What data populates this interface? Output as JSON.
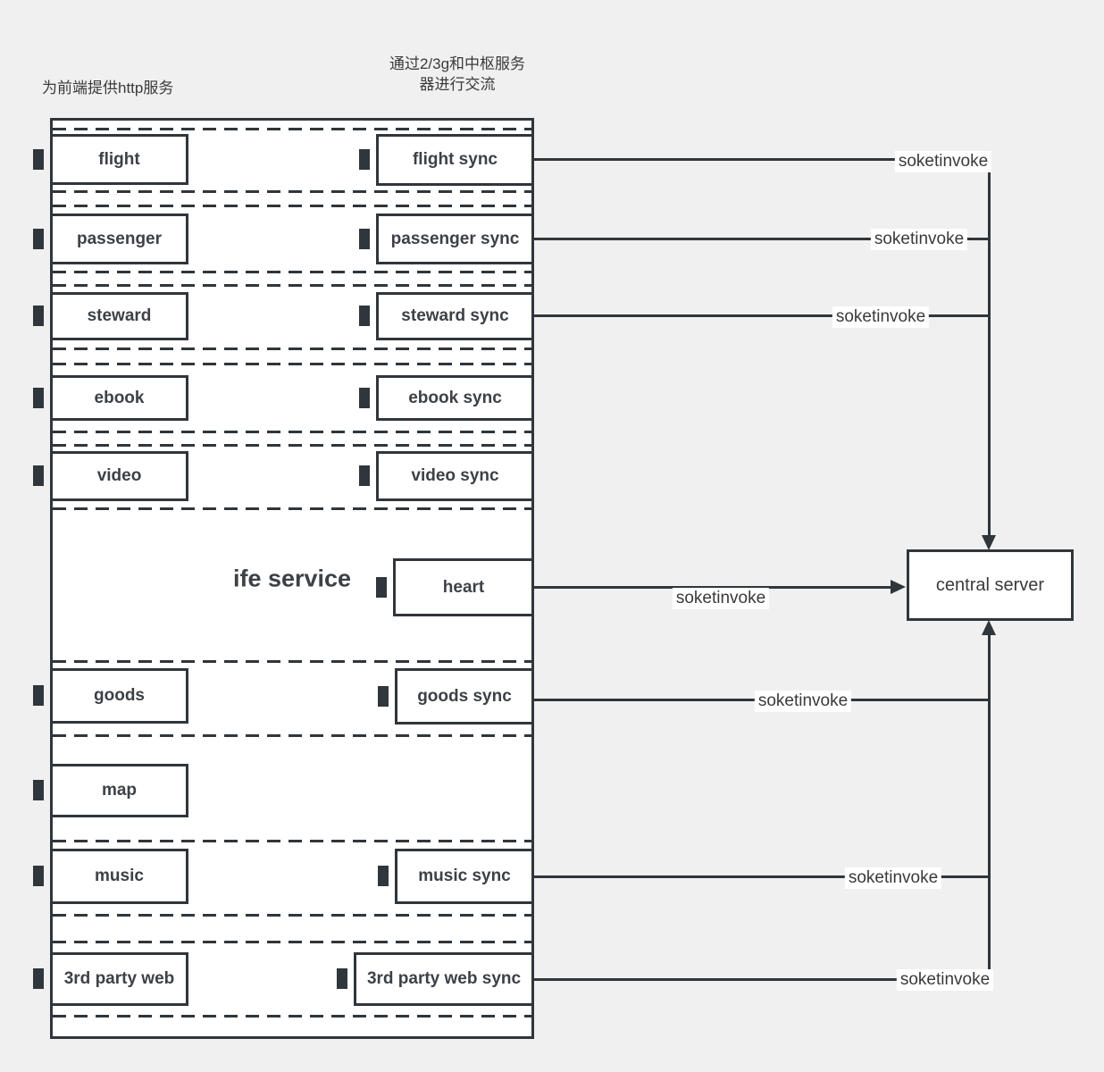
{
  "colors": {
    "background": "#f0f0f0",
    "line": "#2f363c",
    "box_fill": "#ffffff",
    "text": "#3c4147"
  },
  "annotations": {
    "left_note": "为前端提供http服务",
    "center_note_line1": "通过2/3g和中枢服务",
    "center_note_line2": "器进行交流"
  },
  "boundary": {
    "label": "ife service"
  },
  "components": {
    "left": [
      "flight",
      "passenger",
      "steward",
      "ebook",
      "video",
      "goods",
      "map",
      "music",
      "3rd party web"
    ],
    "right": [
      "flight sync",
      "passenger sync",
      "steward sync",
      "ebook sync",
      "video sync",
      "heart",
      "goods sync",
      "music sync",
      "3rd party web sync"
    ]
  },
  "server": {
    "label": "central server"
  },
  "connections": [
    "soketinvoke",
    "soketinvoke",
    "soketinvoke",
    "soketinvoke",
    "soketinvoke",
    "soketinvoke",
    "soketinvoke"
  ],
  "icons": {
    "component_icon": "uml-component-tabs"
  }
}
